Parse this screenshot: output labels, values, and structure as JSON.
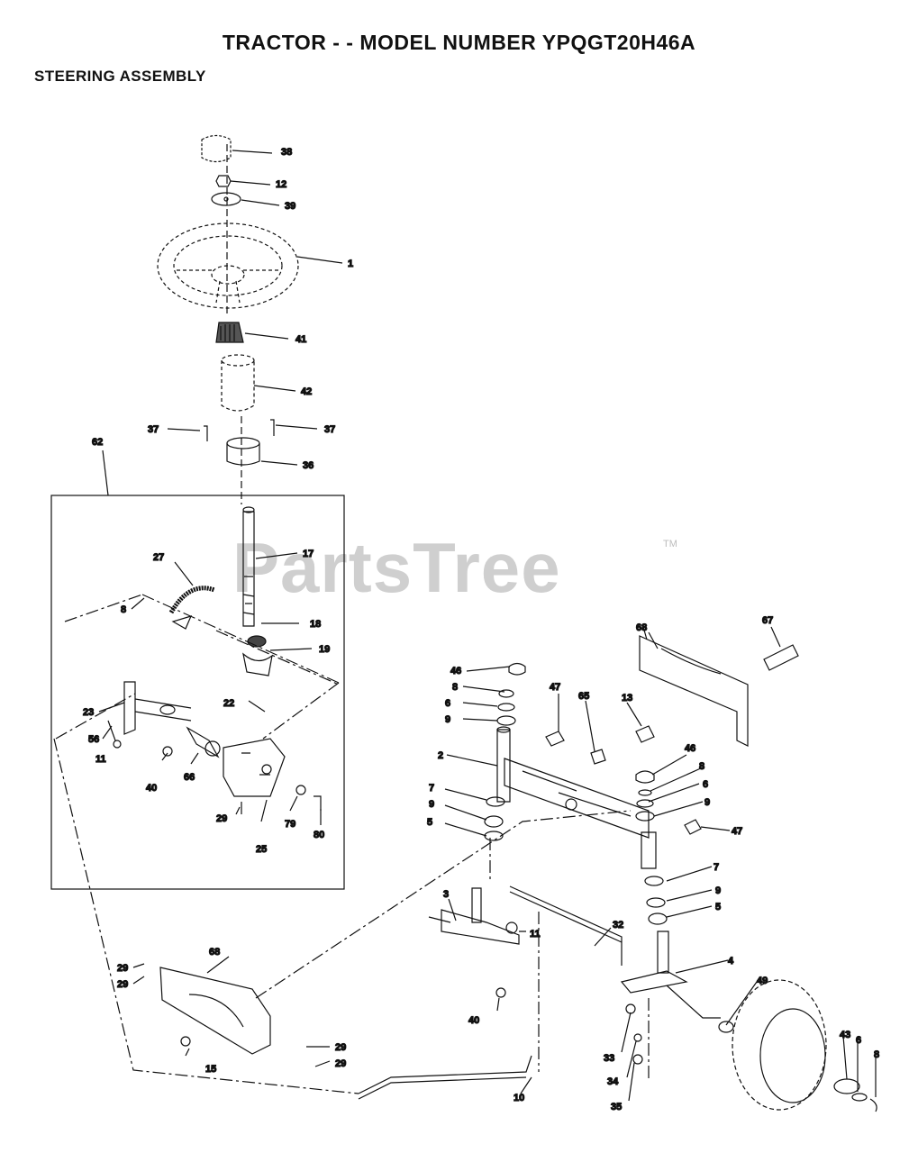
{
  "header": {
    "title": "TRACTOR - - MODEL NUMBER YPQGT20H46A",
    "subtitle": "STEERING ASSEMBLY"
  },
  "watermark": {
    "text": "PartsTree",
    "trademark": "TM"
  },
  "callouts": [
    {
      "id": "c38",
      "text": "38"
    },
    {
      "id": "c12",
      "text": "12"
    },
    {
      "id": "c39",
      "text": "39"
    },
    {
      "id": "c1",
      "text": "1"
    },
    {
      "id": "c41",
      "text": "41"
    },
    {
      "id": "c42",
      "text": "42"
    },
    {
      "id": "c37a",
      "text": "37"
    },
    {
      "id": "c37b",
      "text": "37"
    },
    {
      "id": "c36",
      "text": "36"
    },
    {
      "id": "c62",
      "text": "62"
    },
    {
      "id": "c17",
      "text": "17"
    },
    {
      "id": "c27",
      "text": "27"
    },
    {
      "id": "c8a",
      "text": "8"
    },
    {
      "id": "c18",
      "text": "18"
    },
    {
      "id": "c19",
      "text": "19"
    },
    {
      "id": "c22",
      "text": "22"
    },
    {
      "id": "c23",
      "text": "23"
    },
    {
      "id": "c56",
      "text": "56"
    },
    {
      "id": "c11a",
      "text": "11"
    },
    {
      "id": "c40a",
      "text": "40"
    },
    {
      "id": "c66",
      "text": "66"
    },
    {
      "id": "c29a",
      "text": "29"
    },
    {
      "id": "c25",
      "text": "25"
    },
    {
      "id": "c79",
      "text": "79"
    },
    {
      "id": "c80",
      "text": "80"
    },
    {
      "id": "c68a",
      "text": "68"
    },
    {
      "id": "c67",
      "text": "67"
    },
    {
      "id": "c46a",
      "text": "46"
    },
    {
      "id": "c8b",
      "text": "8"
    },
    {
      "id": "c6a",
      "text": "6"
    },
    {
      "id": "c9a",
      "text": "9"
    },
    {
      "id": "c47a",
      "text": "47"
    },
    {
      "id": "c13",
      "text": "13"
    },
    {
      "id": "c65",
      "text": "65"
    },
    {
      "id": "c2",
      "text": "2"
    },
    {
      "id": "c46b",
      "text": "46"
    },
    {
      "id": "c8c",
      "text": "8"
    },
    {
      "id": "c6b",
      "text": "6"
    },
    {
      "id": "c9b",
      "text": "9"
    },
    {
      "id": "c7a",
      "text": "7"
    },
    {
      "id": "c9c",
      "text": "9"
    },
    {
      "id": "c5a",
      "text": "5"
    },
    {
      "id": "c47b",
      "text": "47"
    },
    {
      "id": "c7b",
      "text": "7"
    },
    {
      "id": "c9d",
      "text": "9"
    },
    {
      "id": "c5b",
      "text": "5"
    },
    {
      "id": "c3",
      "text": "3"
    },
    {
      "id": "c32",
      "text": "32"
    },
    {
      "id": "c11b",
      "text": "11"
    },
    {
      "id": "c4",
      "text": "4"
    },
    {
      "id": "c40b",
      "text": "40"
    },
    {
      "id": "c49",
      "text": "49"
    },
    {
      "id": "c68b",
      "text": "68"
    },
    {
      "id": "c29b",
      "text": "29"
    },
    {
      "id": "c29c",
      "text": "29"
    },
    {
      "id": "c15",
      "text": "15"
    },
    {
      "id": "c29d",
      "text": "29"
    },
    {
      "id": "c29e",
      "text": "29"
    },
    {
      "id": "c10",
      "text": "10"
    },
    {
      "id": "c33",
      "text": "33"
    },
    {
      "id": "c34",
      "text": "34"
    },
    {
      "id": "c35",
      "text": "35"
    },
    {
      "id": "c43",
      "text": "43"
    },
    {
      "id": "c6c",
      "text": "6"
    },
    {
      "id": "c8d",
      "text": "8"
    }
  ]
}
